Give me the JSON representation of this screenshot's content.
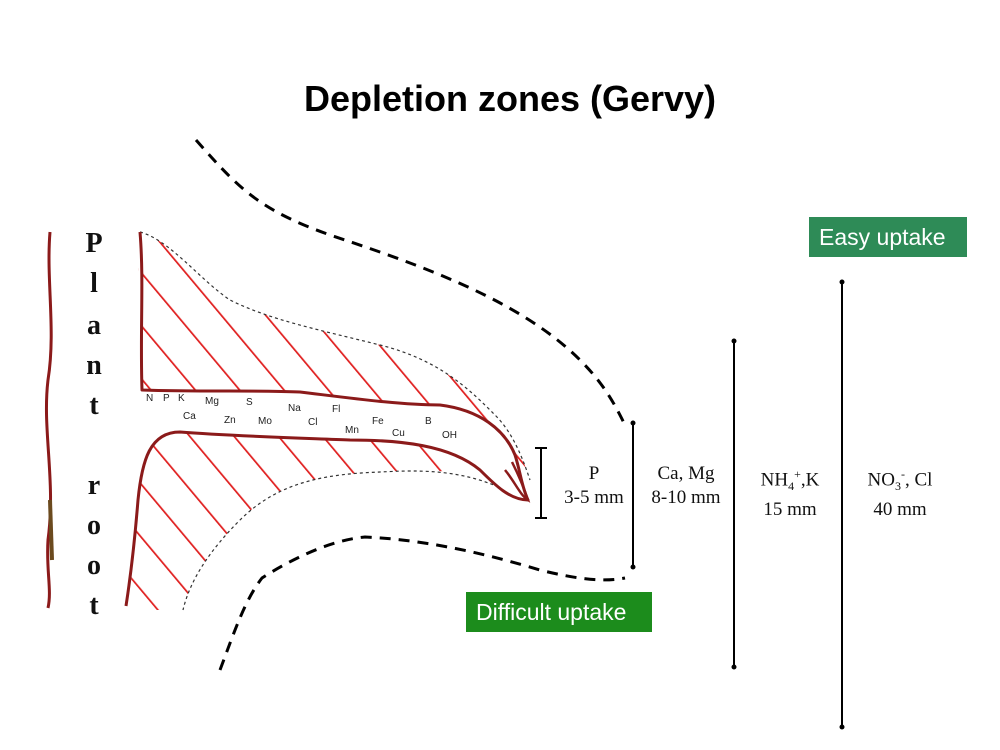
{
  "title": "Depletion zones (Gervy)",
  "root_label_letters": [
    "P",
    "l",
    "a",
    "n",
    "t",
    "r",
    "o",
    "o",
    "t"
  ],
  "badges": {
    "easy": "Easy uptake",
    "difficult": "Difficult uptake"
  },
  "zones": [
    {
      "ion": "P",
      "distance": "3-5 mm"
    },
    {
      "ion": "Ca, Mg",
      "distance": "8-10 mm"
    },
    {
      "ion_parts": [
        "NH",
        "4",
        "+",
        ",K"
      ],
      "distance": "15 mm"
    },
    {
      "ion_parts": [
        "NO",
        "3",
        "-",
        ", Cl"
      ],
      "distance": "40 mm"
    }
  ],
  "nutrients_top": [
    "N",
    "P",
    "K",
    "Mg",
    "S",
    "Na",
    "Fl",
    "Fe",
    "B"
  ],
  "nutrients_bottom": [
    "Ca",
    "Zn",
    "Mo",
    "Cl",
    "Mn",
    "Cu",
    "OH"
  ],
  "colors": {
    "hatch": "#e02020",
    "root_outline": "#8b1a1a",
    "easy_badge": "#2e8b57",
    "difficult_badge": "#1c8c1c"
  }
}
